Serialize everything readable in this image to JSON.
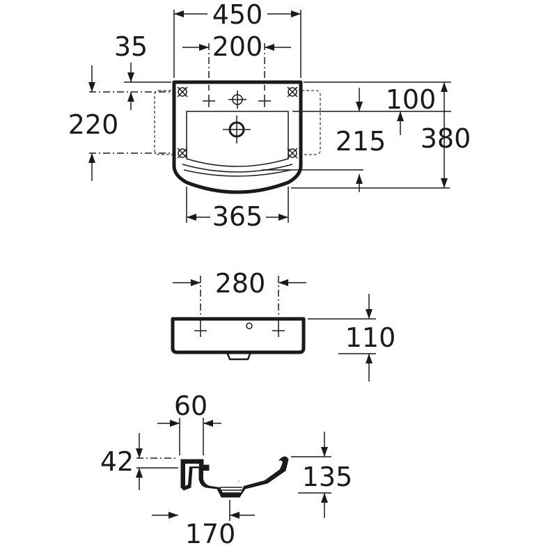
{
  "top_view": {
    "overall_width": "450",
    "tap_hole_spacing": "200",
    "back_edge_offset": "35",
    "bracket_spacing": "220",
    "tap_hole_depth": "100",
    "bowl_depth": "215",
    "overall_depth": "380",
    "front_width": "365"
  },
  "front_view": {
    "fixing_spacing": "280",
    "height": "110"
  },
  "side_view": {
    "wall_thickness": "60",
    "rim_height": "42",
    "total_height": "135",
    "waste_offset": "170"
  }
}
